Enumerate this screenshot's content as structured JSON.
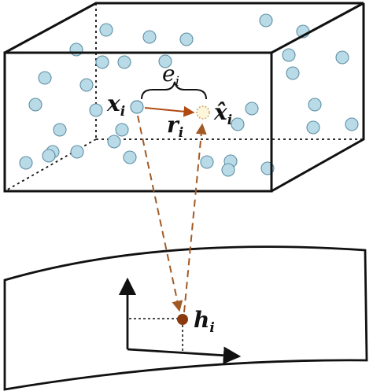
{
  "diagram": {
    "labels": {
      "x_main": "x",
      "x_sub": "i",
      "xhat_main": "x̂",
      "xhat_sub": "i",
      "e_main": "e",
      "e_sub": "i",
      "r_main": "r",
      "r_sub": "i",
      "h_main": "h",
      "h_sub": "i"
    },
    "colors": {
      "particle_fill": "#b9dbe8",
      "particle_stroke": "#5f8ea3",
      "xhat_fill": "#fdf6d8",
      "xhat_stroke": "#c8a86a",
      "arrow_solid": "#b04a12",
      "arrow_dashed": "#a25a25",
      "h_point": "#8b3a0e",
      "box_stroke": "#111111",
      "surface_stroke": "#111111"
    }
  }
}
